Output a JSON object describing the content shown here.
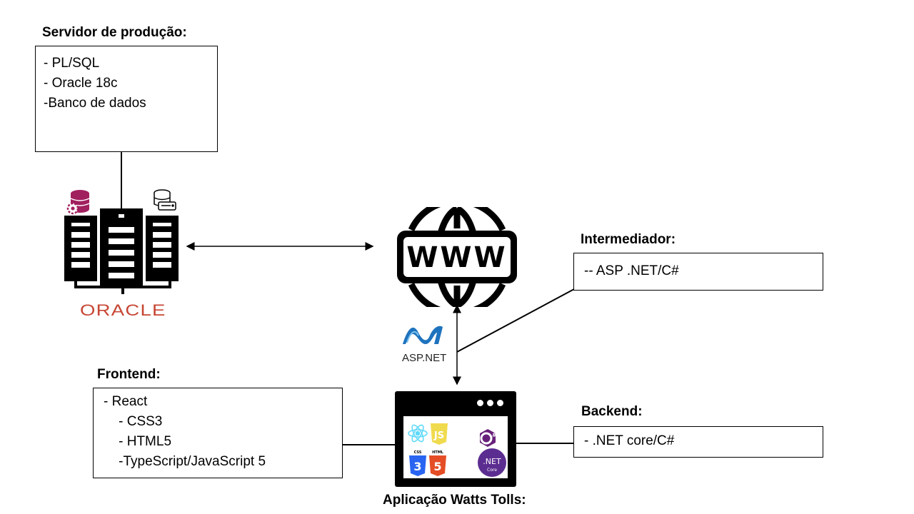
{
  "servidor": {
    "heading": "Servidor de produção:",
    "lines": [
      "- PL/SQL",
      "- Oracle 18c",
      "-Banco de dados"
    ]
  },
  "intermediador": {
    "heading": "Intermediador:",
    "lines": [
      "-- ASP .NET/C#"
    ]
  },
  "frontend": {
    "heading": "Frontend:",
    "lines": [
      "- React",
      "    - CSS3",
      "    - HTML5",
      "    -TypeScript/JavaScript 5"
    ]
  },
  "backend": {
    "heading": "Backend:",
    "lines": [
      "- .NET core/C#"
    ]
  },
  "app": {
    "caption": "Aplicação Watts Tolls:",
    "icons": [
      "react-icon",
      "javascript-icon",
      "csharp-icon",
      "css3-icon",
      "html5-icon",
      "dotnet-core-icon"
    ],
    "dotnet_label": ".NET",
    "core_label": "Core",
    "css_tag": "CSS",
    "html_tag": "HTML",
    "js_tag": "JS"
  },
  "oracle": {
    "logo_text": "ORACLE",
    "icons": [
      "server-rack-icon",
      "database-gear-icon",
      "database-server-icon"
    ]
  },
  "www": {
    "label": "WWW",
    "icon": "globe-icon"
  },
  "aspnet": {
    "label": "ASP.NET",
    "icon": "aspnet-logo-icon"
  },
  "colors": {
    "oracle_red": "#c74634",
    "db_magenta": "#a1205e",
    "dotnet_purple": "#5c2d91",
    "css_blue": "#2965f1",
    "html_orange": "#e44d26",
    "js_yellow": "#f0db4f",
    "react_cyan": "#61dafb",
    "asp_blue": "#1e73be"
  }
}
